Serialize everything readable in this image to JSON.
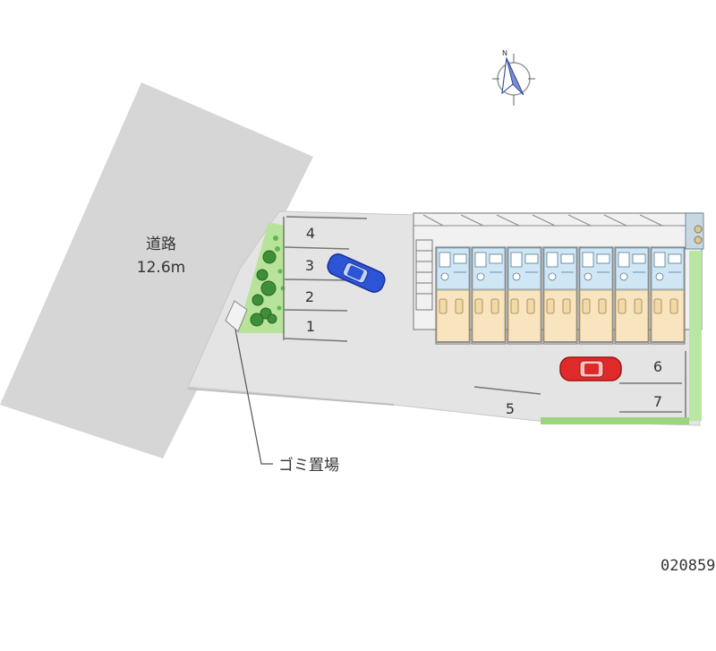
{
  "road": {
    "name": "道路",
    "width": "12.6m"
  },
  "garbage_label": "ゴミ置場",
  "compass_letter": "N",
  "property_code": "020859",
  "parking_spaces": [
    "1",
    "2",
    "3",
    "4",
    "5",
    "6",
    "7"
  ],
  "colors": {
    "road": "#d6d6d6",
    "lot": "#e4e4e4",
    "building_floor": "#f8e4bf",
    "unit_bath": "#cfe6f4",
    "greenery": "#9bd67a",
    "car_blue": "#2d54d6",
    "car_red": "#e02a2a"
  }
}
